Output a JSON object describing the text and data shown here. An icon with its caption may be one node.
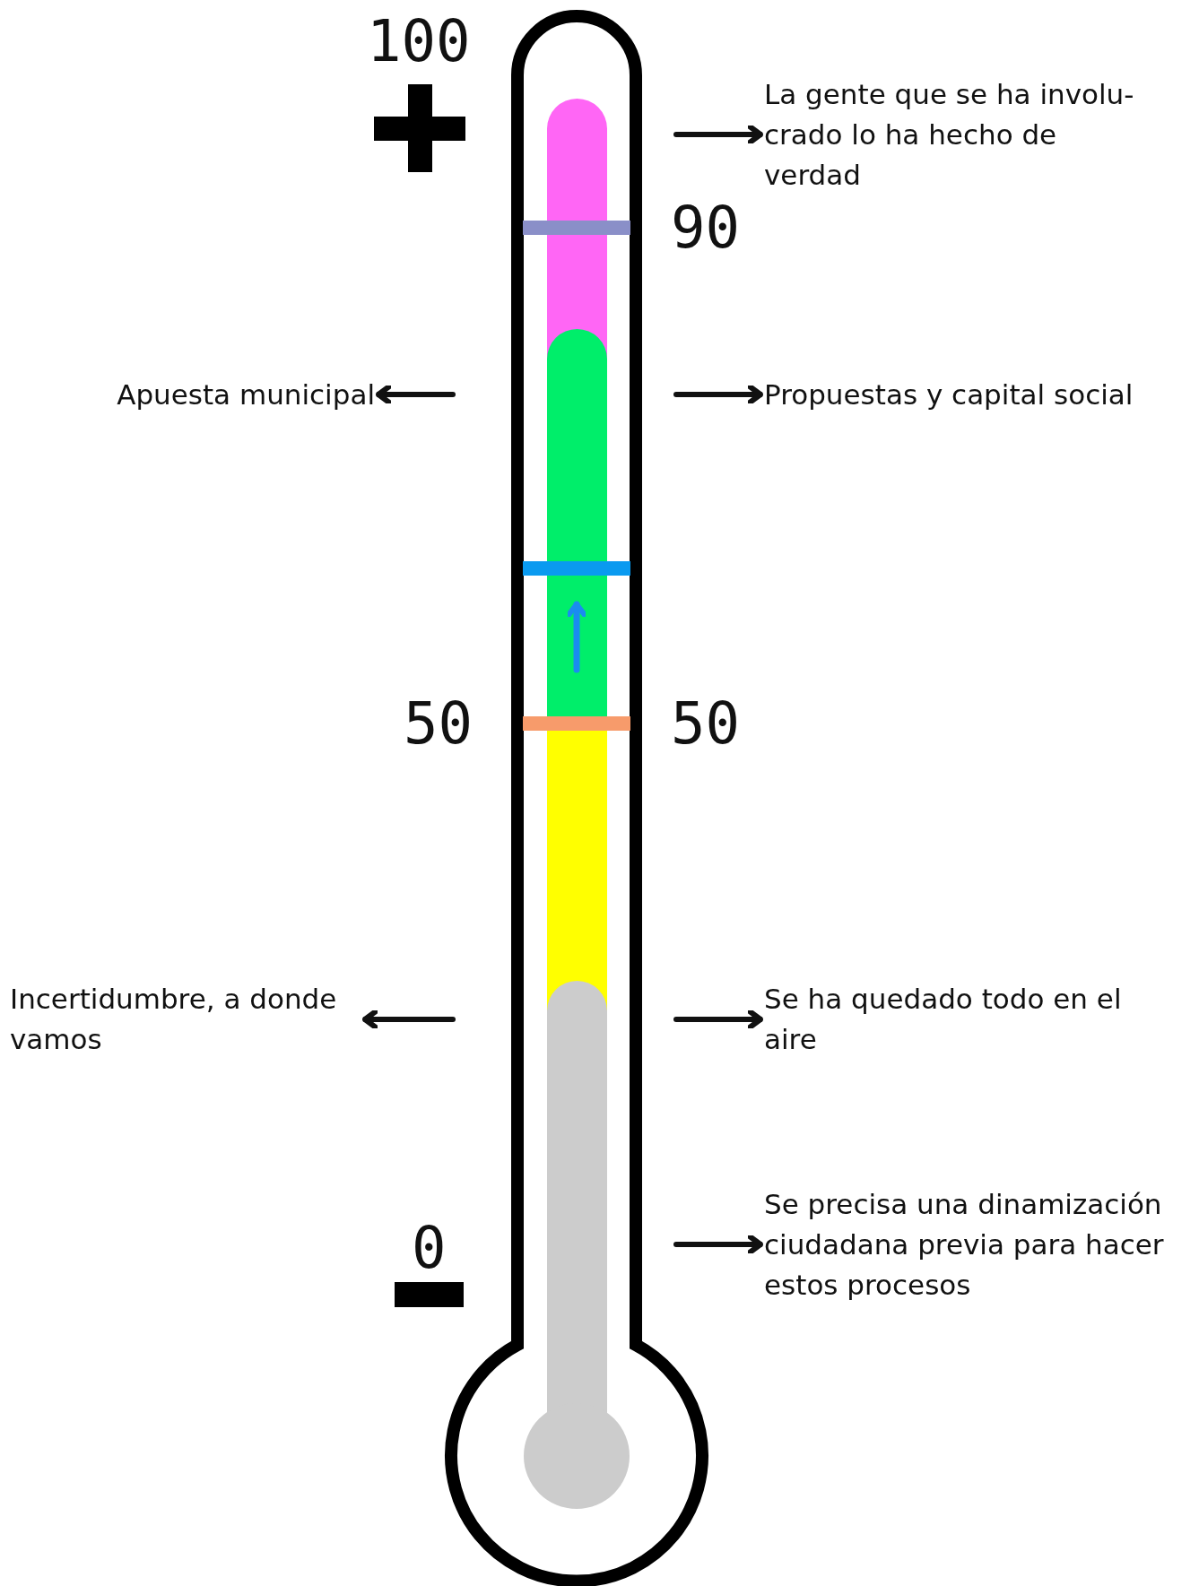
{
  "diagram": {
    "nodes": [
      {
        "text": [
          "La gente que se ha involu-crado lo ha hecho de verdad"
        ]
      },
      {
        "text": [
          "Apuesta municipal"
        ]
      },
      {
        "text": [
          "Propuestas y capital social"
        ]
      },
      {
        "text": [
          "Incertidumbre, a donde vamos"
        ]
      },
      {
        "text": [
          "Se ha quedado todo en el aire"
        ]
      },
      {
        "text": [
          "Se precisa una dinamización ciudadana previa para hacer estos procesos"
        ]
      }
    ],
    "edges": [
      {
        "from": null,
        "to": 0,
        "arrow": "to"
      },
      {
        "from": null,
        "to": 1,
        "arrow": "to"
      },
      {
        "from": null,
        "to": 2,
        "arrow": "to"
      },
      {
        "from": null,
        "to": 3,
        "arrow": "to"
      },
      {
        "from": null,
        "to": 4,
        "arrow": "to"
      },
      {
        "from": null,
        "to": 5,
        "arrow": "to"
      }
    ],
    "labels": [
      "100",
      "90",
      "50",
      "50",
      "0"
    ]
  }
}
